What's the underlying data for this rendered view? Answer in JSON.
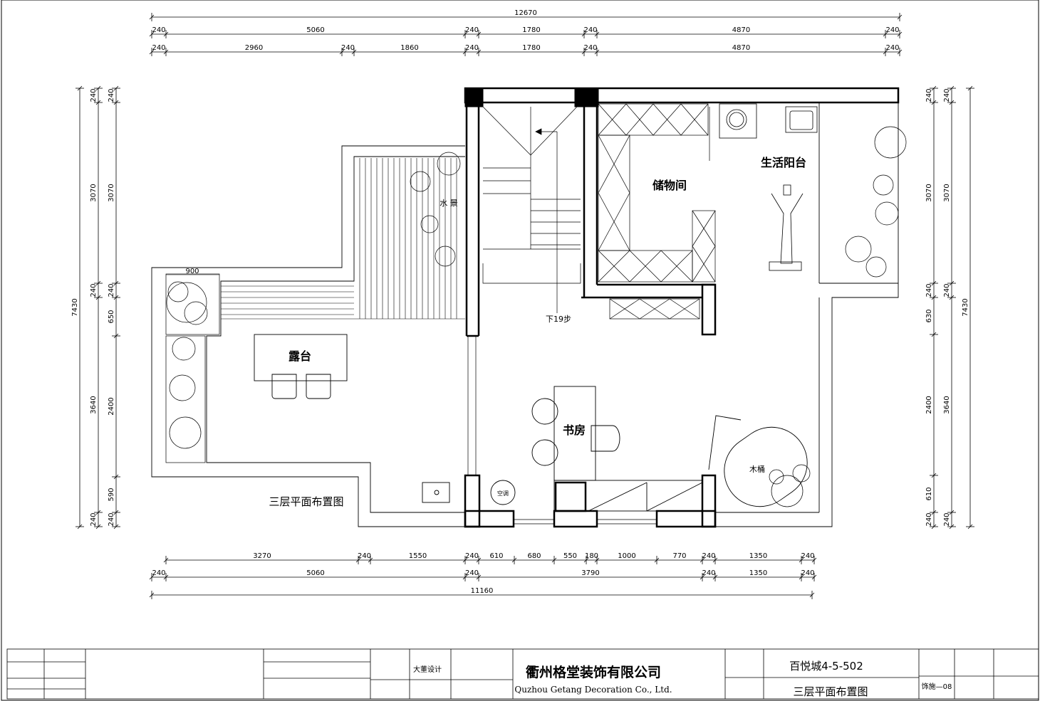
{
  "title": "三层平面布置图",
  "rooms": {
    "storage": "储物间",
    "utility_balcony": "生活阳台",
    "terrace": "露台",
    "study": "书房",
    "water_feature": "水 景",
    "stairs_down": "下19步",
    "wooden_tub": "木桶",
    "ac": "空调"
  },
  "dims_top": {
    "total": "12670",
    "row1": [
      "240",
      "5060",
      "240",
      "1780",
      "240",
      "4870",
      "240"
    ],
    "row2": [
      "240",
      "2960",
      "240",
      "1860",
      "240",
      "1780",
      "240",
      "4870",
      "240"
    ]
  },
  "dims_bottom": {
    "row1": [
      "3270",
      "240",
      "1550",
      "240",
      "610",
      "680",
      "550",
      "180",
      "1000",
      "770",
      "240",
      "1350",
      "240"
    ],
    "row2": [
      "240",
      "5060",
      "240",
      "3790",
      "240",
      "1350",
      "240"
    ],
    "total": "11160"
  },
  "dims_left": {
    "total": "7430",
    "outer": [
      "240",
      "3070",
      "240",
      "3640",
      "240"
    ],
    "inner": [
      "240",
      "3070",
      "240",
      "650",
      "2400",
      "590",
      "240"
    ]
  },
  "dims_right": {
    "total": "7430",
    "outer": [
      "240",
      "3070",
      "240",
      "3640",
      "240"
    ],
    "inner": [
      "240",
      "3070",
      "240",
      "630",
      "2400",
      "610",
      "240"
    ]
  },
  "dim_900": "900",
  "title_block": {
    "company_cn": "衢州格堂装饰有限公司",
    "company_en": "Quzhou Getang Decoration Co., Ltd.",
    "project": "百悦城4-5-502",
    "drawing_name": "三层平面布置图",
    "sheet_no": "饰施—08",
    "designer": "大董设计"
  }
}
